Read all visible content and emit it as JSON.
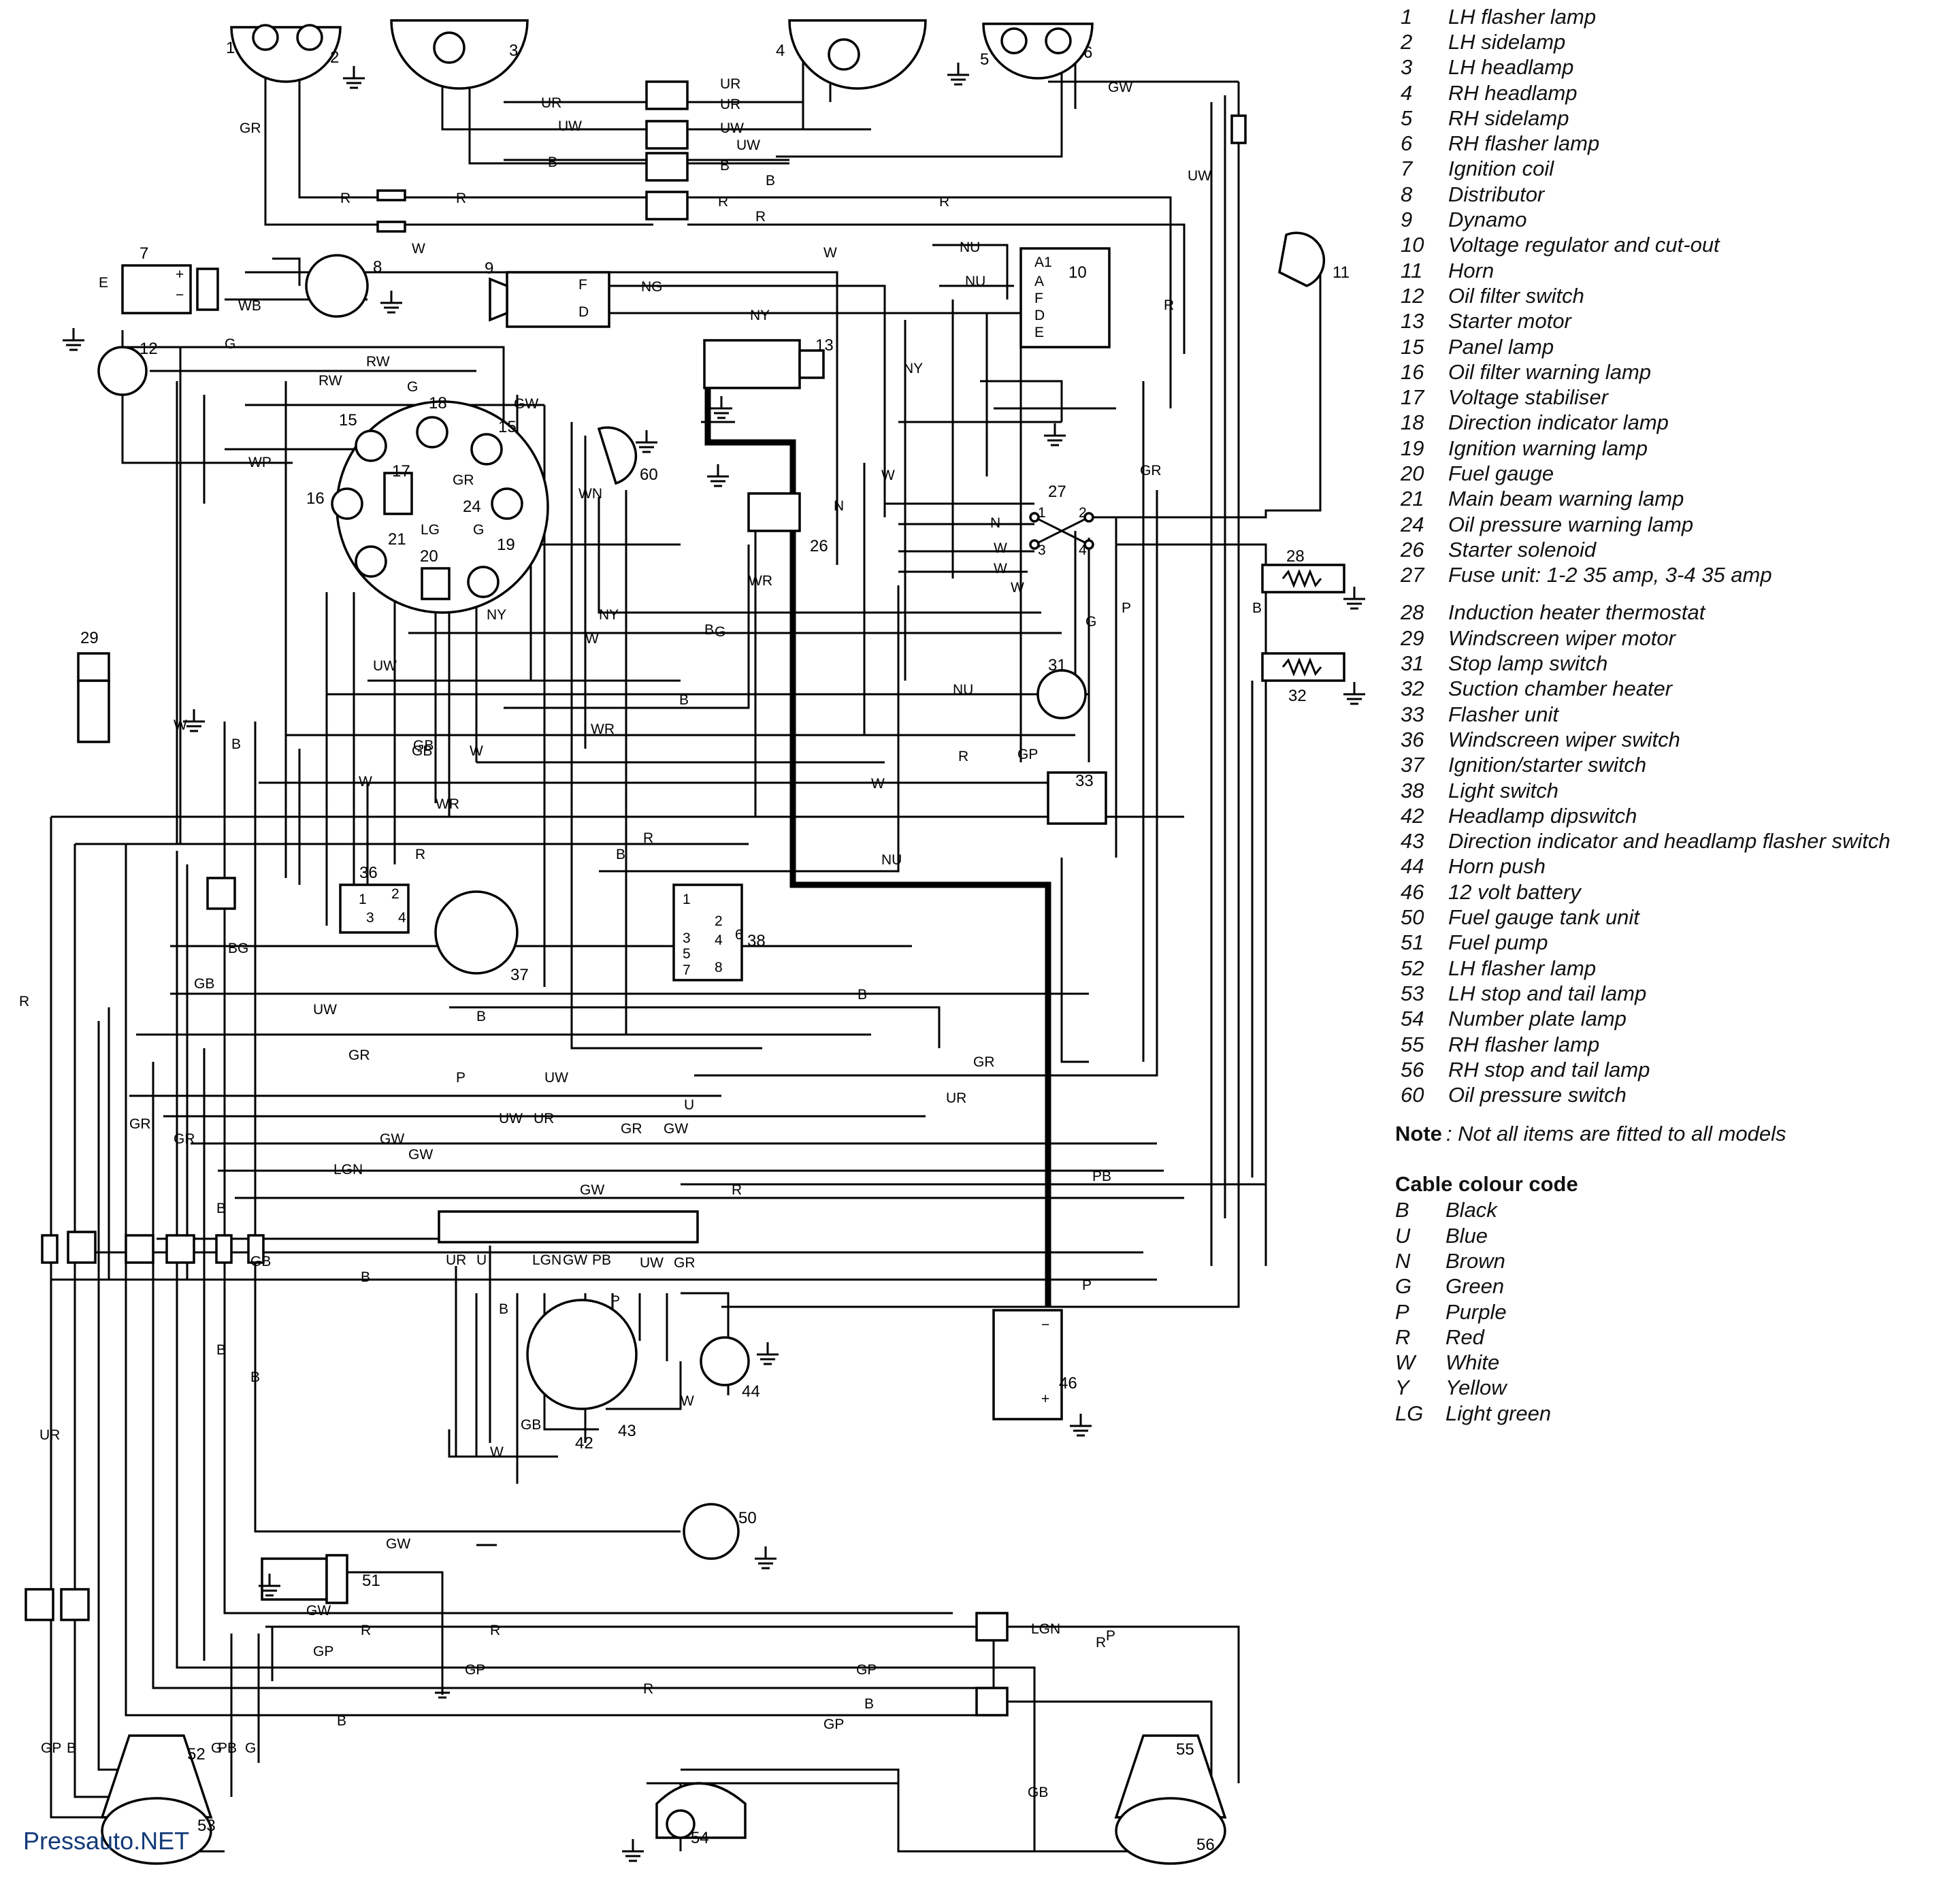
{
  "legend": [
    {
      "num": "1",
      "label": "LH flasher lamp"
    },
    {
      "num": "2",
      "label": "LH sidelamp"
    },
    {
      "num": "3",
      "label": "LH headlamp"
    },
    {
      "num": "4",
      "label": "RH headlamp"
    },
    {
      "num": "5",
      "label": "RH sidelamp"
    },
    {
      "num": "6",
      "label": "RH flasher lamp"
    },
    {
      "num": "7",
      "label": "Ignition coil"
    },
    {
      "num": "8",
      "label": "Distributor"
    },
    {
      "num": "9",
      "label": "Dynamo"
    },
    {
      "num": "10",
      "label": "Voltage regulator and cut-out"
    },
    {
      "num": "11",
      "label": "Horn"
    },
    {
      "num": "12",
      "label": "Oil filter switch"
    },
    {
      "num": "13",
      "label": "Starter motor"
    },
    {
      "num": "15",
      "label": "Panel lamp"
    },
    {
      "num": "16",
      "label": "Oil filter warning lamp"
    },
    {
      "num": "17",
      "label": "Voltage stabiliser"
    },
    {
      "num": "18",
      "label": "Direction indicator lamp"
    },
    {
      "num": "19",
      "label": "Ignition warning lamp"
    },
    {
      "num": "20",
      "label": "Fuel gauge"
    },
    {
      "num": "21",
      "label": "Main beam warning lamp"
    },
    {
      "num": "24",
      "label": "Oil pressure warning lamp"
    },
    {
      "num": "26",
      "label": "Starter solenoid"
    },
    {
      "num": "27",
      "label": "Fuse unit: 1-2 35 amp, 3-4 35 amp"
    },
    {
      "num": "28",
      "label": "Induction heater thermostat"
    },
    {
      "num": "29",
      "label": "Windscreen wiper motor"
    },
    {
      "num": "31",
      "label": "Stop lamp switch"
    },
    {
      "num": "32",
      "label": "Suction chamber heater"
    },
    {
      "num": "33",
      "label": "Flasher unit"
    },
    {
      "num": "36",
      "label": "Windscreen wiper switch"
    },
    {
      "num": "37",
      "label": "Ignition/starter switch"
    },
    {
      "num": "38",
      "label": "Light switch"
    },
    {
      "num": "42",
      "label": "Headlamp dipswitch"
    },
    {
      "num": "43",
      "label": "Direction indicator and headlamp flasher switch"
    },
    {
      "num": "44",
      "label": "Horn push"
    },
    {
      "num": "46",
      "label": "12 volt battery"
    },
    {
      "num": "50",
      "label": "Fuel gauge tank unit"
    },
    {
      "num": "51",
      "label": "Fuel pump"
    },
    {
      "num": "52",
      "label": "LH flasher lamp"
    },
    {
      "num": "53",
      "label": "LH stop and tail lamp"
    },
    {
      "num": "54",
      "label": "Number plate lamp"
    },
    {
      "num": "55",
      "label": "RH flasher lamp"
    },
    {
      "num": "56",
      "label": "RH stop and tail lamp"
    },
    {
      "num": "60",
      "label": "Oil pressure switch"
    }
  ],
  "note": {
    "prefix": "Note",
    "text": ": Not all items are fitted to all models"
  },
  "cable_code": {
    "title": "Cable colour code",
    "items": [
      {
        "code": "B",
        "name": "Black"
      },
      {
        "code": "U",
        "name": "Blue"
      },
      {
        "code": "N",
        "name": "Brown"
      },
      {
        "code": "G",
        "name": "Green"
      },
      {
        "code": "P",
        "name": "Purple"
      },
      {
        "code": "R",
        "name": "Red"
      },
      {
        "code": "W",
        "name": "White"
      },
      {
        "code": "Y",
        "name": "Yellow"
      },
      {
        "code": "LG",
        "name": "Light green"
      }
    ]
  },
  "watermark": "Pressauto.NET",
  "diagram": {
    "component_numbers": [
      "1",
      "2",
      "3",
      "4",
      "5",
      "6",
      "7",
      "8",
      "9",
      "10",
      "11",
      "12",
      "13",
      "15",
      "15",
      "16",
      "17",
      "18",
      "19",
      "20",
      "21",
      "24",
      "26",
      "27",
      "28",
      "29",
      "31",
      "32",
      "33",
      "36",
      "37",
      "38",
      "42",
      "43",
      "44",
      "46",
      "50",
      "51",
      "52",
      "53",
      "54",
      "55",
      "56",
      "60"
    ],
    "wire_labels": [
      "GR",
      "UR",
      "UR",
      "UR",
      "UW",
      "UW",
      "UW",
      "B",
      "B",
      "B",
      "R",
      "R",
      "R",
      "R",
      "R",
      "GW",
      "UW",
      "W",
      "W",
      "WB",
      "NG",
      "NY",
      "NU",
      "NU",
      "NY",
      "G",
      "RW",
      "RW",
      "GW",
      "G",
      "WP",
      "GR",
      "LG",
      "WN",
      "G",
      "N",
      "N",
      "W",
      "W",
      "W",
      "W",
      "G",
      "P",
      "GR",
      "R",
      "B",
      "NY",
      "WR",
      "NY",
      "B",
      "WR",
      "W",
      "GB",
      "UW",
      "W",
      "G",
      "B",
      "GB",
      "W",
      "W",
      "W",
      "WR",
      "NU",
      "GP",
      "R",
      "R",
      "NU",
      "R",
      "B",
      "GB",
      "UW",
      "B",
      "BG",
      "GR",
      "GR",
      "B",
      "UR",
      "P",
      "UW",
      "U",
      "UW",
      "UR",
      "GR",
      "GW",
      "GR",
      "GR",
      "GW",
      "GW",
      "LGN",
      "PB",
      "GW",
      "R",
      "P",
      "B",
      "UR",
      "U",
      "LGN",
      "GW",
      "PB",
      "UW",
      "GR",
      "B",
      "P",
      "GB",
      "W",
      "GB",
      "B",
      "B",
      "B",
      "GW",
      "GW",
      "R",
      "R",
      "GP",
      "GP",
      "GP",
      "R",
      "B",
      "B",
      "GP",
      "R",
      "UR",
      "B",
      "PB",
      "P",
      "G",
      "G",
      "GB",
      "GP",
      "LGN",
      "R",
      "W",
      "B"
    ],
    "terminal_labels": [
      "A1",
      "A",
      "F",
      "D",
      "E",
      "F",
      "D",
      "E",
      "1",
      "2",
      "3",
      "4",
      "1",
      "2",
      "3",
      "4",
      "1",
      "2",
      "3",
      "4",
      "5",
      "6",
      "7",
      "8",
      "−",
      "+",
      "+",
      "−"
    ]
  }
}
